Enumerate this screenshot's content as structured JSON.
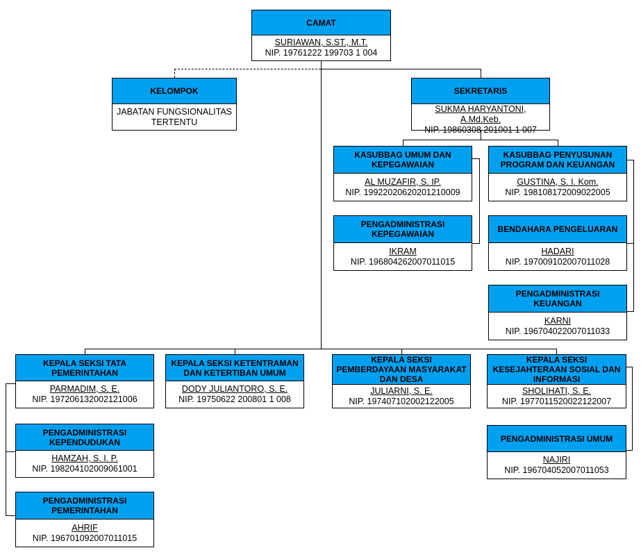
{
  "diagram": {
    "type": "organization-chart",
    "accent_color": "#00A0F0",
    "line_color": "#000000",
    "nodes": {
      "camat": {
        "title": "CAMAT",
        "name": "SURIAWAN, S.ST., M.T.",
        "nip": "NIP. 19761222 199703 1 004"
      },
      "kelompok": {
        "title": "KELOMPOK",
        "body": "JABATAN FUNGSIONALITAS TERTENTU"
      },
      "sekretaris": {
        "title": "SEKRETARIS",
        "name": "SUKMA HARYANTONI, A.Md.Keb.",
        "nip": "NIP. 19860308 201001 1 007"
      },
      "kasubbag_umum": {
        "title": "KASUBBAG UMUM DAN KEPEGAWAIAN",
        "name": "AL MUZAFIR, S. IP.",
        "nip": "NIP. 19922020620201210009"
      },
      "kasubbag_program": {
        "title": "KASUBBAG PENYUSUNAN PROGRAM DAN KEUANGAN",
        "name": "GUSTINA, S. I. Kom.",
        "nip": "NIP. 198108172009022005"
      },
      "peng_kepegawaian": {
        "title": "PENGADMINISTRASI KEPEGAWAIAN",
        "name": "IKRAM",
        "nip": "NIP. 196804262007011015"
      },
      "bendahara": {
        "title": "BENDAHARA PENGELUARAN",
        "name": "HADARI",
        "nip": "NIP. 197009102007011028"
      },
      "peng_keuangan": {
        "title": "PENGADMINISTRASI KEUANGAN",
        "name": "KARNI",
        "nip": "NIP. 196704022007011033"
      },
      "seksi_tata": {
        "title": "KEPALA SEKSI TATA PEMERINTAHAN",
        "name": "PARMADIM, S. E.",
        "nip": "NIP. 197206132002121006"
      },
      "seksi_tramtib": {
        "title": "KEPALA SEKSI KETENTRAMAN DAN KETERTIBAN UMUM",
        "name": "DODY JULIANTORO, S. E.",
        "nip": "NIP. 19750622 200801 1 008"
      },
      "seksi_pmd": {
        "title": "KEPALA SEKSI PEMBERDAYAAN MASYARAKAT DAN DESA",
        "name": "JULIARNI, S. E.",
        "nip": "NIP. 197407102002122005"
      },
      "seksi_kesos": {
        "title": "KEPALA SEKSI KESEJAHTERAAN SOSIAL DAN INFORMASI",
        "name": "SHOLIHATI, S. E.",
        "nip": "NIP. 1977011520022122007"
      },
      "peng_kependudukan": {
        "title": "PENGADMINISTRASI KEPENDUDUKAN",
        "name": "HAMZAH, S. I. P.",
        "nip": "NIP. 198204102009061001"
      },
      "peng_umum": {
        "title": "PENGADMINISTRASI UMUM",
        "name": "NAJIRI",
        "nip": "NIP. 196704052007011053"
      },
      "peng_pemerintahan": {
        "title": "PENGADMINISTRASI PEMERINTAHAN",
        "name": "AHRIF",
        "nip": "NIP. 196701092007011015"
      }
    }
  }
}
